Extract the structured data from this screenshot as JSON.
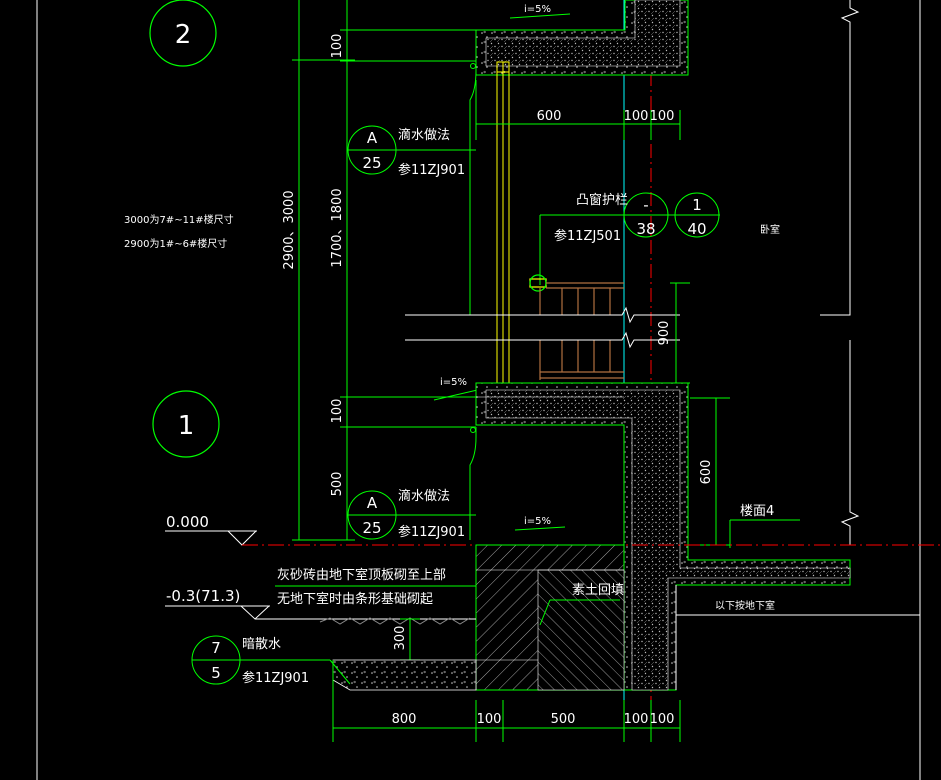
{
  "grid_bubbles": {
    "top": "2",
    "bottom": "1"
  },
  "notes": {
    "line1": "3000为7#~11#楼尺寸",
    "line2": "2900为1#~6#楼尺寸"
  },
  "vertical_dims": {
    "total": "2900、3000",
    "d100_top": "100",
    "d1700": "1700、1800",
    "d100_mid": "100",
    "d500": "500",
    "d900": "900",
    "d600": "600",
    "d300": "300"
  },
  "horizontal_dims": {
    "d600": "600",
    "d100a": "100",
    "d100b": "100",
    "b800": "800",
    "b100": "100",
    "b500": "500",
    "b100a": "100",
    "b100b": "100"
  },
  "slopes": {
    "s1": "i=5%",
    "s2": "i=5%",
    "s3": "i=5%"
  },
  "drip_top": {
    "title": "滴水做法",
    "ref": "参11ZJ901",
    "num": "A",
    "sheet": "25"
  },
  "drip_bottom": {
    "title": "滴水做法",
    "ref": "参11ZJ901",
    "num": "A",
    "sheet": "25"
  },
  "railing": {
    "title": "凸窗护栏",
    "ref": "参11ZJ501",
    "c1_num": "-",
    "c1_sheet": "38",
    "c2_num": "1",
    "c2_sheet": "40"
  },
  "room": {
    "bedroom": "卧室"
  },
  "floor_label": "楼面4",
  "levels": {
    "ground": "0.000",
    "outside": "-0.3(71.3)"
  },
  "masonry_note": {
    "line1": "灰砂砖由地下室顶板砌至上部",
    "line2": "无地下室时由条形基础砌起"
  },
  "backfill": "素土回填",
  "basement_label": "以下按地下室",
  "apron": {
    "title": "暗散水",
    "ref": "参11ZJ901",
    "num": "7",
    "sheet": "5"
  },
  "colors": {
    "green": "#00ff00",
    "yellow": "#ffff00",
    "cyan": "#00ffff",
    "red": "#ff0000",
    "white": "#ffffff",
    "brown": "#b07040"
  }
}
